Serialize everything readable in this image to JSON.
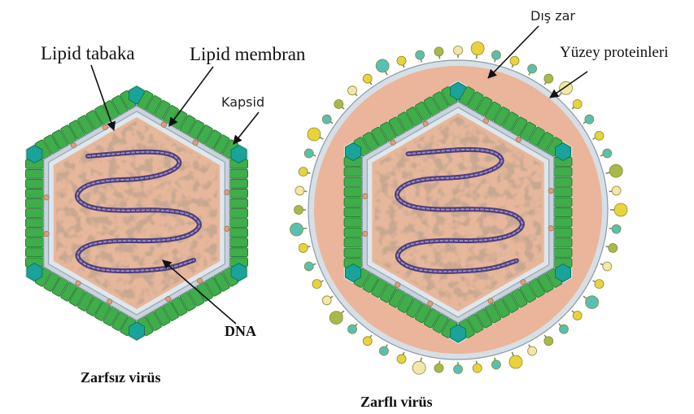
{
  "labels": {
    "lipid_layer": "Lipid tabaka",
    "lipid_membrane": "Lipid membran",
    "capsid": "Kapsid",
    "dna": "DNA",
    "non_enveloped": "Zarfsız virüs",
    "outer_envelope": "Dış zar",
    "surface_proteins": "Yüzey proteinleri",
    "enveloped": "Zarflı virüs"
  },
  "colors": {
    "capsomer_green": "#3fae4a",
    "capsomer_teal": "#1aa398",
    "membrane_gray": "#c9d3dc",
    "inner_fill": "#e6b79a",
    "core_speckle": "#b8866a",
    "dna_strand": "#4f3d7a",
    "envelope_fill": "#eab59a",
    "protein_yellow": "#e9d33b",
    "protein_teal": "#58bfb3",
    "protein_olive": "#a7b94a"
  }
}
